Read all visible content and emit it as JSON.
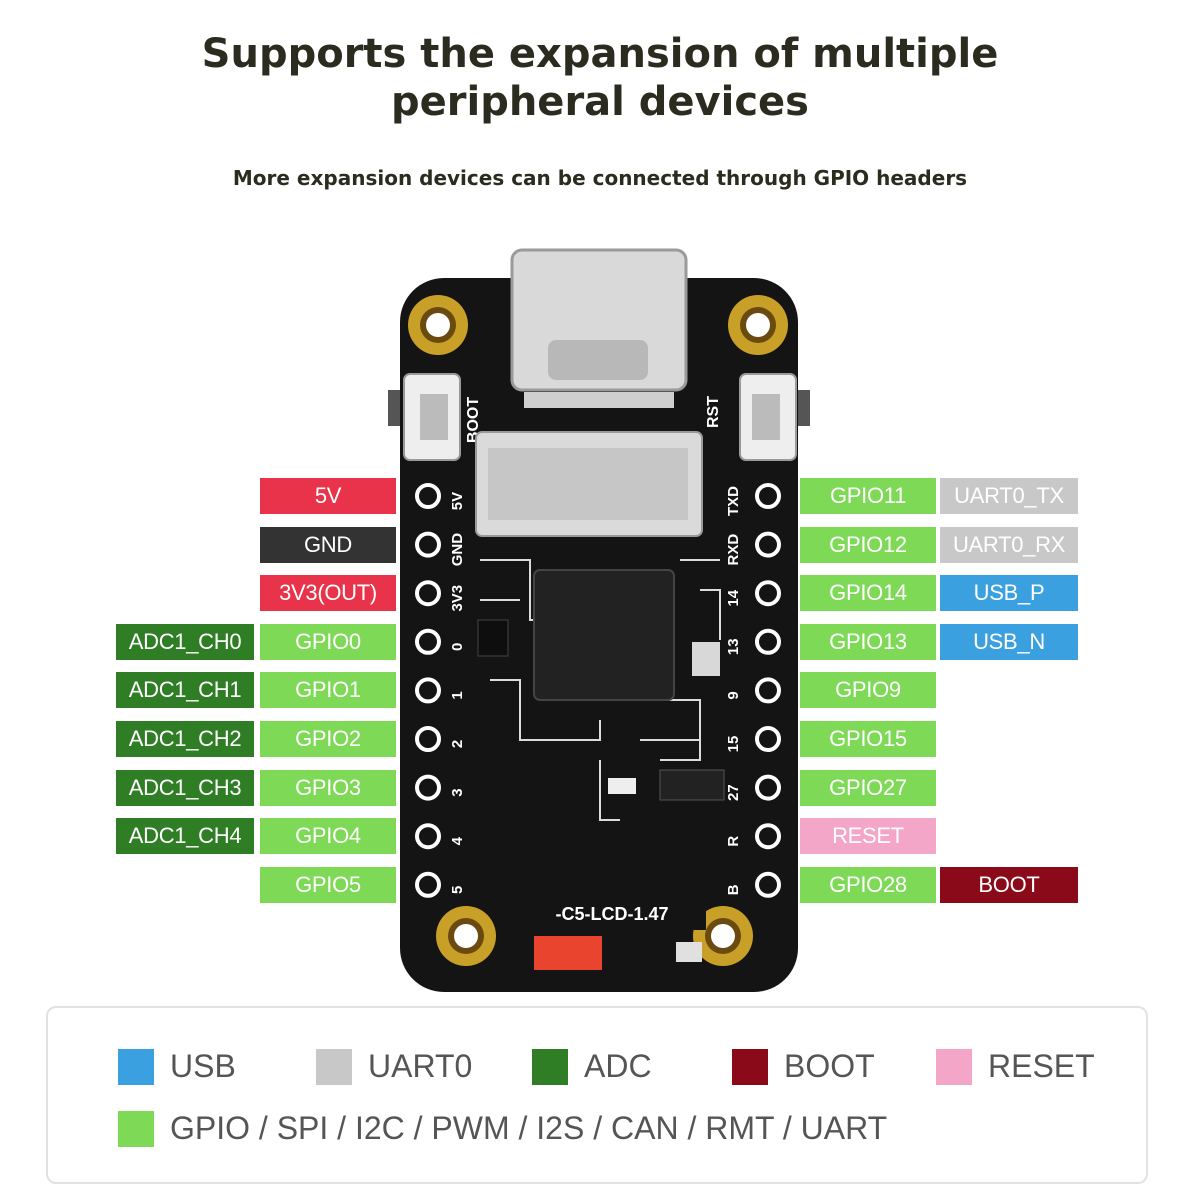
{
  "title": {
    "line1": "Supports the expansion of multiple",
    "line2": "peripheral devices"
  },
  "subtitle": "More expansion devices can be connected through GPIO headers",
  "colors": {
    "power_5v": "#e8334a",
    "gnd": "#333333",
    "power_3v3": "#e8334a",
    "gpio": "#7ed957",
    "adc": "#2f7d24",
    "uart0": "#c8c8c8",
    "usb": "#3aa0e0",
    "boot": "#8b0a1a",
    "reset": "#f4a6c8",
    "board": "#141414"
  },
  "board": {
    "model_text": "-C5-LCD-1.47",
    "button_left": "BOOT",
    "button_right": "RST",
    "left_pin_marks": [
      "5V",
      "GND",
      "3V3",
      "0",
      "1",
      "2",
      "3",
      "4",
      "5"
    ],
    "right_pin_marks": [
      "TXD",
      "RXD",
      "14",
      "13",
      "9",
      "15",
      "27",
      "R",
      "B"
    ]
  },
  "left_pins": [
    {
      "adc": "",
      "gpio": "5V",
      "type": "power_5v"
    },
    {
      "adc": "",
      "gpio": "GND",
      "type": "gnd"
    },
    {
      "adc": "",
      "gpio": "3V3(OUT)",
      "type": "power_3v3"
    },
    {
      "adc": "ADC1_CH0",
      "gpio": "GPIO0",
      "type": "gpio"
    },
    {
      "adc": "ADC1_CH1",
      "gpio": "GPIO1",
      "type": "gpio"
    },
    {
      "adc": "ADC1_CH2",
      "gpio": "GPIO2",
      "type": "gpio"
    },
    {
      "adc": "ADC1_CH3",
      "gpio": "GPIO3",
      "type": "gpio"
    },
    {
      "adc": "ADC1_CH4",
      "gpio": "GPIO4",
      "type": "gpio"
    },
    {
      "adc": "",
      "gpio": "GPIO5",
      "type": "gpio"
    }
  ],
  "right_pins": [
    {
      "gpio": "GPIO11",
      "gpio_type": "gpio",
      "func": "UART0_TX",
      "func_type": "uart0"
    },
    {
      "gpio": "GPIO12",
      "gpio_type": "gpio",
      "func": "UART0_RX",
      "func_type": "uart0"
    },
    {
      "gpio": "GPIO14",
      "gpio_type": "gpio",
      "func": "USB_P",
      "func_type": "usb"
    },
    {
      "gpio": "GPIO13",
      "gpio_type": "gpio",
      "func": "USB_N",
      "func_type": "usb"
    },
    {
      "gpio": "GPIO9",
      "gpio_type": "gpio",
      "func": "",
      "func_type": ""
    },
    {
      "gpio": "GPIO15",
      "gpio_type": "gpio",
      "func": "",
      "func_type": ""
    },
    {
      "gpio": "GPIO27",
      "gpio_type": "gpio",
      "func": "",
      "func_type": ""
    },
    {
      "gpio": "RESET",
      "gpio_type": "reset",
      "func": "",
      "func_type": ""
    },
    {
      "gpio": "GPIO28",
      "gpio_type": "gpio",
      "func": "BOOT",
      "func_type": "boot"
    }
  ],
  "legend": [
    {
      "label": "USB",
      "type": "usb"
    },
    {
      "label": "UART0",
      "type": "uart0"
    },
    {
      "label": "ADC",
      "type": "adc"
    },
    {
      "label": "BOOT",
      "type": "boot"
    },
    {
      "label": "RESET",
      "type": "reset"
    },
    {
      "label": "GPIO / SPI / I2C / PWM / I2S / CAN / RMT / UART",
      "type": "gpio"
    }
  ]
}
